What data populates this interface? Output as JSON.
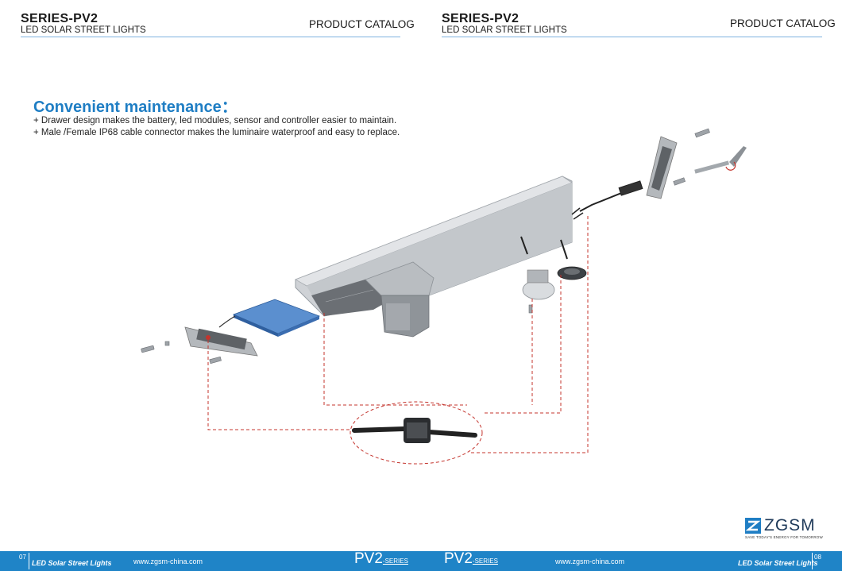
{
  "left_header": {
    "series": "SERIES-PV2",
    "subtitle": "LED SOLAR STREET LIGHTS",
    "catalog": "PRODUCT CATALOG"
  },
  "right_header": {
    "series": "SERIES-PV2",
    "subtitle": "LED SOLAR STREET LIGHTS",
    "catalog": "PRODUCT CATALOG"
  },
  "content": {
    "title": "Convenient maintenance：",
    "bullets": [
      "+ Drawer design makes the battery, led modules, sensor and controller easier to maintain.",
      "+ Male /Female IP68 cable connector makes the luminaire waterproof and easy to replace."
    ]
  },
  "logo": {
    "text": "ZGSM",
    "tagline": "SAVE TODAY'S ENERGY FOR TOMORROW"
  },
  "footer": {
    "left_page": "07",
    "right_page": "08",
    "left_label": "LED Solar Street Lights",
    "right_label": "LED Solar Street Lights",
    "left_url": "www.zgsm-china.com",
    "right_url": "www.zgsm-china.com",
    "left_series_main": "PV2",
    "left_series_small": "-SERIES",
    "right_series_main": "PV2",
    "right_series_small": "-SERIES"
  },
  "colors": {
    "accent": "#1f7ec4",
    "footer": "#1f84c7",
    "guide": "#c4342d",
    "battery": "#3f74b8"
  }
}
